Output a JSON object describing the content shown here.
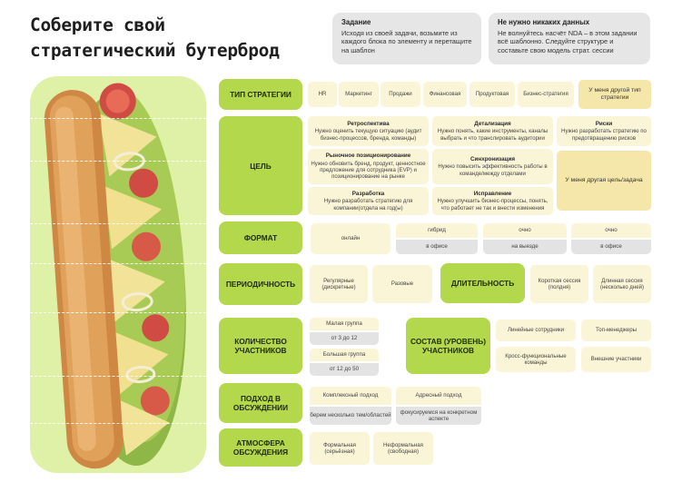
{
  "title": {
    "line1": "Соберите свой",
    "line2": "стратегический бутерброд"
  },
  "notes": [
    {
      "heading": "Задание",
      "text": "Исходя из своей задачи, возьмите из каждого блока по элементу и перетащите на шаблон"
    },
    {
      "heading": "Не нужно никаких данных",
      "text": "Не волнуйтесь насчёт NDA – в этом задании всё шаблонно. Следуйте структуре и составьте свою модель страт. сессии"
    }
  ],
  "colors": {
    "category": "#b4d84c",
    "option": "#fbf5d8",
    "other": "#f5e7a9",
    "grey": "#e3e3e3",
    "photo_bg": "#dbef9a"
  },
  "rows": {
    "type": {
      "label": "ТИП СТРАТЕГИИ",
      "options": [
        "HR",
        "Маркетинг",
        "Продажи",
        "Финансовая",
        "Продуктовая",
        "Бизнес-стратегия"
      ],
      "other": "У меня другой тип стратегии"
    },
    "goal": {
      "label": "ЦЕЛЬ",
      "items": [
        {
          "title": "Ретроспектива",
          "text": "Нужно оценить текущую ситуацию (аудит бизнес-процессов, бренда, команды)"
        },
        {
          "title": "Детализация",
          "text": "Нужно понять, какие инструменты, каналы выбрать и что транслировать аудитории"
        },
        {
          "title": "Риски",
          "text": "Нужно разработать стратегию по предотвращению рисков"
        },
        {
          "title": "Рыночное позиционирование",
          "text": "Нужно обновить бренд, продукт, ценностное предложение для сотрудника (EVP) и позиционирование на рынке"
        },
        {
          "title": "Синхронизация",
          "text": "Нужно повысить эффективность работы в команде/между отделами"
        },
        {
          "title": "Разработка",
          "text": "Нужно разработать стратегию для компании(отдела на год(ы)"
        },
        {
          "title": "Исправление",
          "text": "Нужно улучшить бизнес-процессы, понять, что работает не так и внести изменения"
        }
      ],
      "other": "У меня другая цель/задача"
    },
    "format": {
      "label": "ФОРМАТ",
      "online": "онлайн",
      "splits": [
        {
          "top": "гибрид",
          "bottom": "в офисе"
        },
        {
          "top": "очно",
          "bottom": "на выезде"
        },
        {
          "top": "очно",
          "bottom": "в офисе"
        }
      ]
    },
    "periodicity": {
      "label": "ПЕРИОДИЧНОСТЬ",
      "options": [
        "Регулярные (дискретные)",
        "Разовые"
      ]
    },
    "duration": {
      "label": "ДЛИТЕЛЬНОСТЬ",
      "options": [
        "Короткая сессия (полдня)",
        "Длинная сессия (несколько дней)"
      ]
    },
    "participants": {
      "label": "КОЛИЧЕСТВО УЧАСТНИКОВ",
      "groups": [
        {
          "top": "Малая группа",
          "bottom": "от 3 до 12"
        },
        {
          "top": "Большая группа",
          "bottom": "от 12 до 50"
        }
      ]
    },
    "composition": {
      "label": "СОСТАВ (УРОВЕНЬ) УЧАСТНИКОВ",
      "options": [
        "Линейные сотрудники",
        "Топ-менеджеры",
        "Кросс-функциональные команды",
        "Внешние участники"
      ]
    },
    "approach": {
      "label": "ПОДХОД В ОБСУЖДЕНИИ",
      "groups": [
        {
          "top": "Комплексный подход",
          "bottom": "берем несколько тем/областей"
        },
        {
          "top": "Адресный подход",
          "bottom": "фокусируемся на конкретном аспекте"
        }
      ]
    },
    "atmosphere": {
      "label": "АТМОСФЕРА ОБСУЖДЕНИЯ",
      "options": [
        "Формальная (серьёзная)",
        "Неформальная (свободная)"
      ]
    }
  }
}
